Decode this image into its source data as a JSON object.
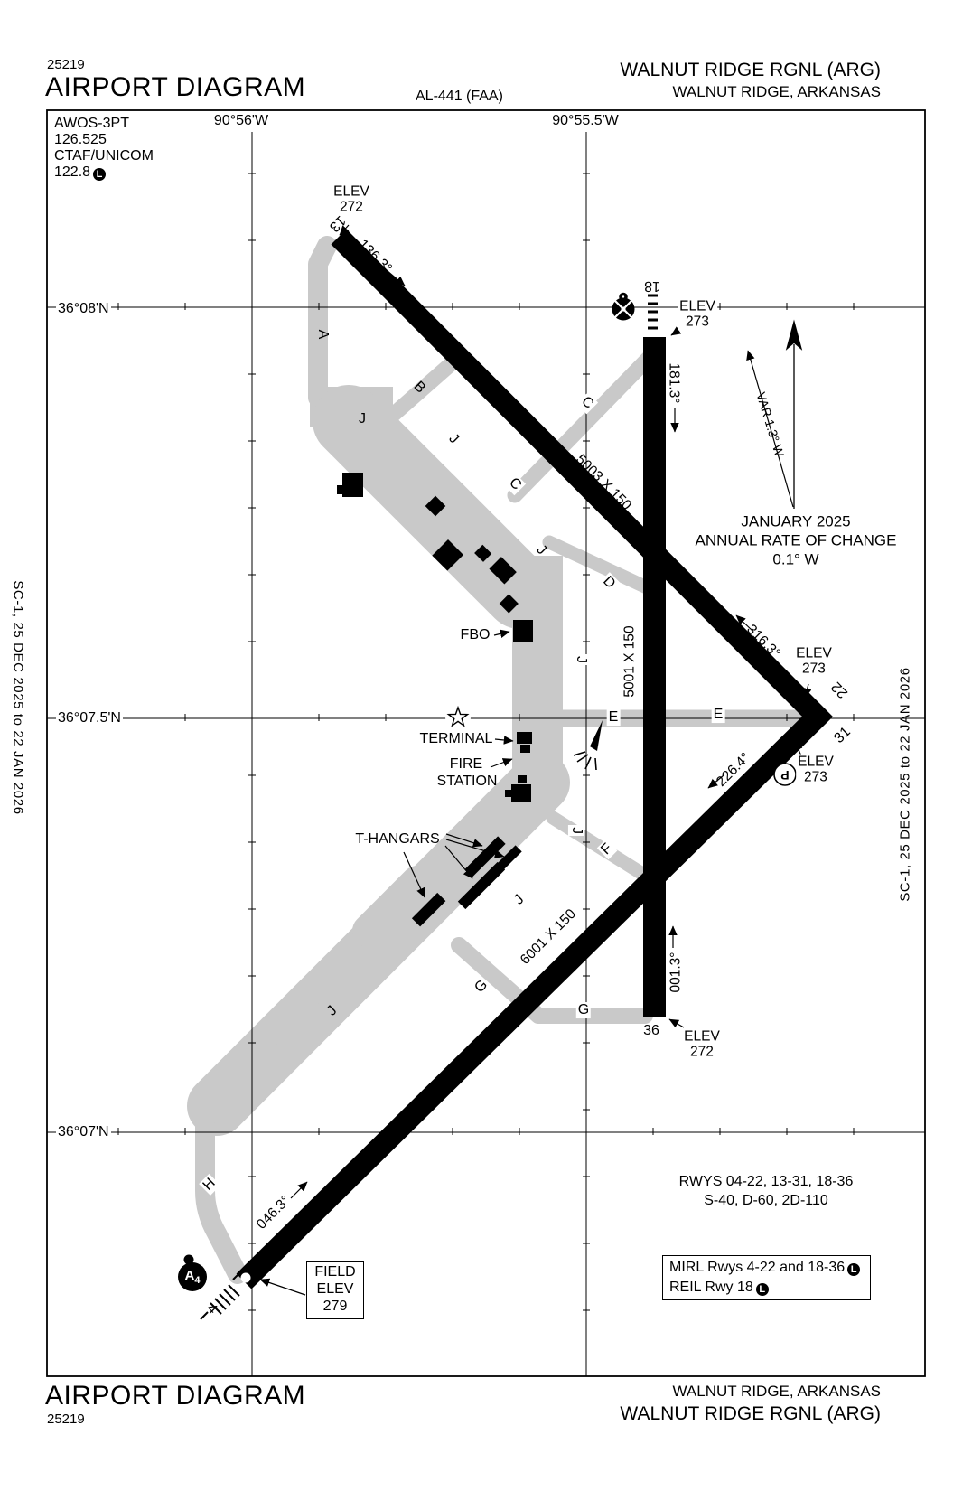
{
  "header": {
    "chart_code": "25219",
    "title": "AIRPORT DIAGRAM",
    "chart_id": "AL-441 (FAA)",
    "airport": "WALNUT RIDGE RGNL (ARG)",
    "city": "WALNUT RIDGE, ARKANSAS"
  },
  "footer": {
    "chart_code": "25219",
    "title": "AIRPORT DIAGRAM",
    "airport": "WALNUT RIDGE RGNL (ARG)",
    "city": "WALNUT RIDGE, ARKANSAS"
  },
  "margin_note": "SC-1, 25 DEC 2025 to 22 JAN 2026",
  "comm": {
    "awos": "AWOS-3PT",
    "awos_freq": "126.525",
    "ctaf": "CTAF/UNICOM",
    "ctaf_freq": "122.8",
    "lighted": "L"
  },
  "grid": {
    "lon_left": "90°56'W",
    "lon_right": "90°55.5'W",
    "lat_top": "36°08'N",
    "lat_mid": "36°07.5'N",
    "lat_bottom": "36°07'N"
  },
  "magvar": {
    "label": "VAR 1.3° W",
    "date": "JANUARY 2025",
    "rate_label": "ANNUAL RATE OF CHANGE",
    "rate": "0.1° W"
  },
  "runways": {
    "numbers": {
      "r4": "4",
      "r13": "13",
      "r18": "18",
      "r22": "22",
      "r31": "31",
      "r36": "36"
    },
    "headings": {
      "h04": "046.3°",
      "h13": "136.3°",
      "h18": "181.3°",
      "h22": "226.4°",
      "h31": "316.3°",
      "h36": "001.3°"
    },
    "dimensions": {
      "d1331": "5003 X 150",
      "d1836": "5001 X 150",
      "d0422": "6001 X 150"
    },
    "elev_word": "ELEV",
    "elevations": {
      "e13": "272",
      "e18": "273",
      "e22": "273",
      "e31": "273",
      "e36": "272"
    }
  },
  "field_elev": {
    "line1": "FIELD",
    "line2": "ELEV",
    "line3": "279"
  },
  "features": {
    "fbo": "FBO",
    "terminal": "TERMINAL",
    "fire_line1": "FIRE",
    "fire_line2": "STATION",
    "t_hangars": "T-HANGARS",
    "parking": "P",
    "als": "A",
    "als_num": "4"
  },
  "taxiways": {
    "a": "A",
    "b": "B",
    "c": "C",
    "d": "D",
    "e": "E",
    "f": "F",
    "g": "G",
    "h": "H",
    "j": "J"
  },
  "notes": {
    "rwy_info_line1": "RWYS 04-22, 13-31, 18-36",
    "rwy_info_line2": "S-40, D-60, 2D-110",
    "mirl": "MIRL Rwys 4-22 and 18-36",
    "reil": "REIL Rwy 18",
    "lighted": "L"
  },
  "colors": {
    "ink": "#000000",
    "taxiway_gray": "#c9c9c9",
    "paper": "#ffffff"
  }
}
